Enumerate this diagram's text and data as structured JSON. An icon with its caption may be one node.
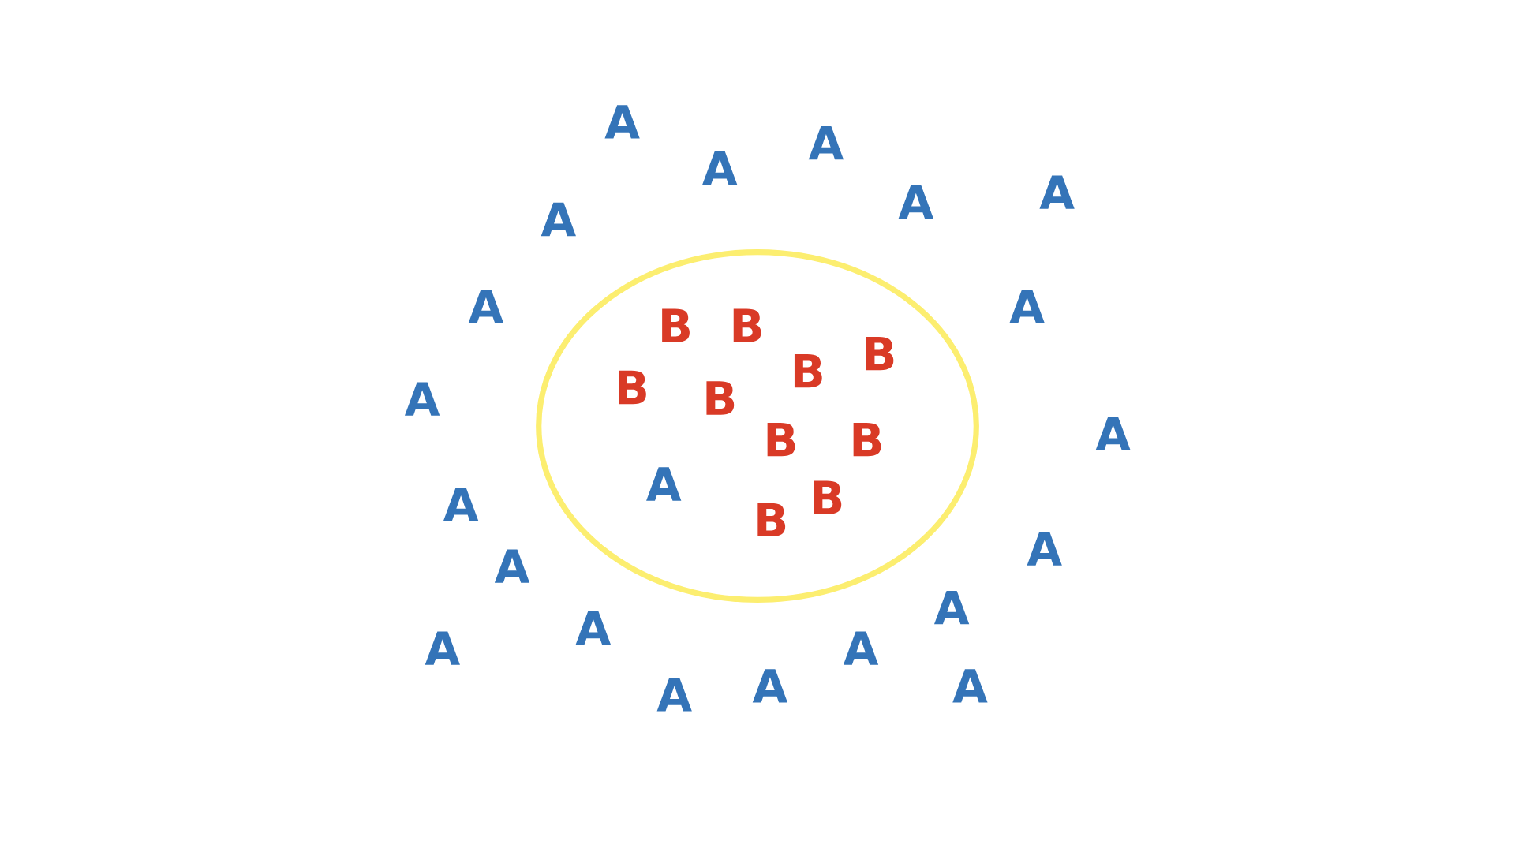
{
  "diagram": {
    "nodes": [
      {
        "text": [
          "B",
          "B",
          "B",
          "B",
          "B",
          "B",
          "B",
          "B",
          "A",
          "B",
          "B"
        ]
      }
    ],
    "labels": [
      "A",
      "A",
      "A",
      "A",
      "A",
      "A",
      "A",
      "A",
      "A",
      "A",
      "A",
      "A",
      "A",
      "A",
      "A",
      "A",
      "A",
      "A",
      "A",
      "A"
    ]
  }
}
